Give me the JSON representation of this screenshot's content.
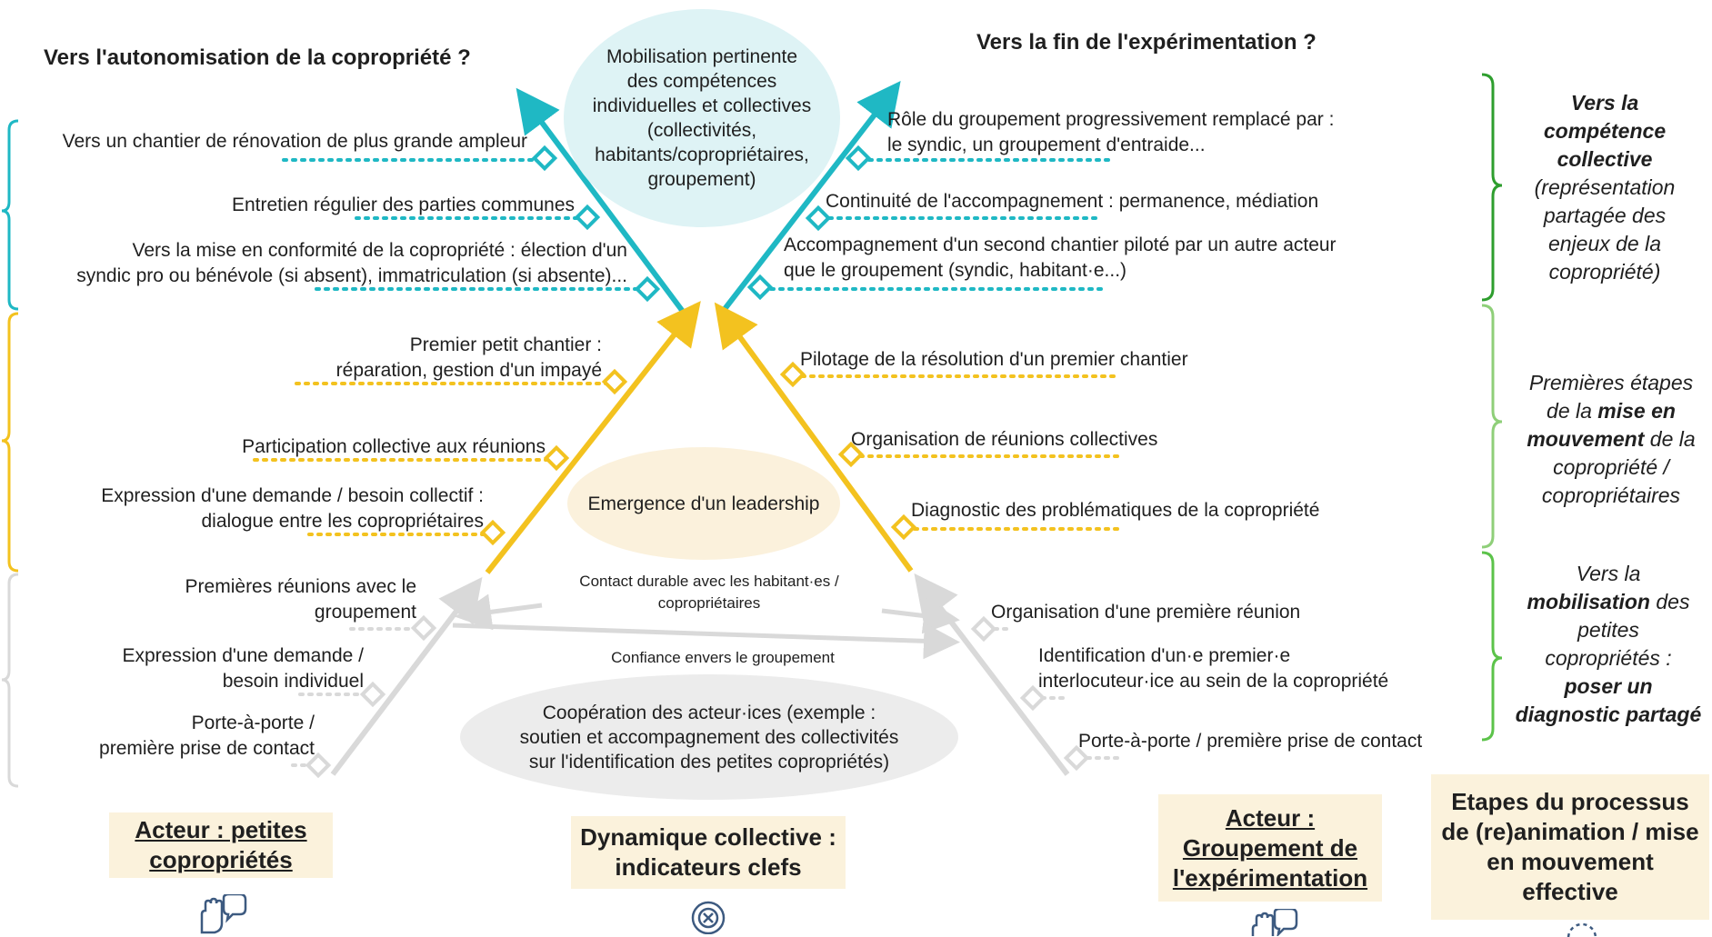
{
  "titles": {
    "left": "Vers l'autonomisation de la copropriété ?",
    "right": "Vers la fin de l'expérimentation ?"
  },
  "ellipses": {
    "top": [
      "Mobilisation pertinente",
      "des compétences",
      "individuelles et collectives",
      "(collectivités,",
      "habitants/copropriétaires,",
      "groupement)"
    ],
    "middle": "Emergence d'un leadership",
    "bottom": [
      "Coopération des acteur·ices (exemple :",
      "soutien et accompagnement des collectivités",
      "sur l'identification des petites copropriétés)"
    ]
  },
  "center_labels": {
    "contact": [
      "Contact durable avec les habitant·es /",
      "copropriétaires"
    ],
    "confiance": "Confiance envers le groupement"
  },
  "left_items": {
    "teal": [
      [
        "Vers un chantier de rénovation de plus grande ampleur"
      ],
      [
        "Entretien régulier des parties communes"
      ],
      [
        "Vers la mise en conformité de la copropriété : élection d'un",
        "syndic pro ou bénévole (si absent), immatriculation (si absente)..."
      ]
    ],
    "yellow": [
      [
        "Premier petit chantier :",
        "réparation, gestion d'un impayé"
      ],
      [
        "Participation  collective aux réunions"
      ],
      [
        "Expression d'une demande / besoin collectif :",
        "dialogue entre les copropriétaires"
      ]
    ],
    "grey": [
      [
        "Premières réunions avec le",
        "groupement"
      ],
      [
        "Expression d'une demande /",
        "besoin individuel"
      ],
      [
        "Porte-à-porte /",
        "première prise de contact"
      ]
    ]
  },
  "right_items": {
    "teal": [
      [
        "Rôle du groupement progressivement remplacé par :",
        "le syndic, un groupement d'entraide..."
      ],
      [
        "Continuité de l'accompagnement : permanence, médiation"
      ],
      [
        "Accompagnement d'un second chantier piloté par un autre acteur",
        "que le groupement (syndic, habitant·e...)"
      ]
    ],
    "yellow": [
      [
        "Pilotage de la résolution d'un premier chantier"
      ],
      [
        "Organisation de réunions collectives"
      ],
      [
        "Diagnostic des problématiques de la copropriété"
      ]
    ],
    "grey": [
      [
        "Organisation d'une première réunion"
      ],
      [
        "Identification d'un·e premier·e",
        "interlocuteur·ice au sein de la copropriété"
      ],
      [
        "Porte-à-porte / première prise de contact"
      ]
    ]
  },
  "phases": {
    "p1": {
      "a": "Vers  la",
      "b": "compétence",
      "c": "collective",
      "d": "(représentation",
      "e": "partagée des",
      "f": "enjeux de la",
      "g": "copropriété)"
    },
    "p2": {
      "a": "Premières étapes",
      "b": "de la ",
      "c": "mise en",
      "d": "mouvement",
      "e": " de la",
      "f": "copropriété /",
      "g": "copropriétaires"
    },
    "p3": {
      "a": "Vers la",
      "b": "mobilisation",
      "c": " des",
      "d": "petites",
      "e": "copropriétés :",
      "f": "poser un",
      "g": "diagnostic partagé"
    }
  },
  "boxes": {
    "actor_left": [
      "Acteur : petites ",
      "copropriétés"
    ],
    "dynamique": [
      "Dynamique collective :",
      "indicateurs clefs"
    ],
    "actor_right": [
      "Acteur :",
      "Groupement de",
      "l'expérimentation"
    ],
    "etapes": [
      "Etapes du processus",
      "de (re)animation / mise",
      "en mouvement",
      "effective"
    ]
  },
  "colors": {
    "teal": "#1fb8c4",
    "yellow": "#f3c21f",
    "grey": "#d9d9d9",
    "green_dark": "#2e9e2e",
    "green_light": "#8fcf79",
    "green_mid": "#5cc34a",
    "box_fill": "#fbf2dc",
    "ellipse_top": "#def3f5",
    "ellipse_mid": "#fbf1dc",
    "ellipse_bottom": "#ececec"
  },
  "icons": [
    "hand-speech-icon",
    "target-icon",
    "hand-speech-icon",
    "progress-circle-icon"
  ]
}
